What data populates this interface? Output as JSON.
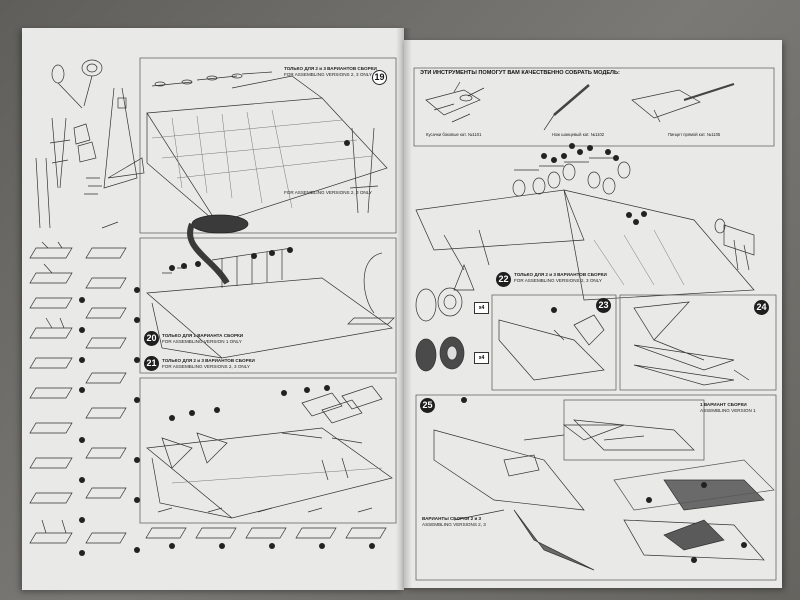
{
  "steps": {
    "s19": "19",
    "s20": "20",
    "s21": "21",
    "s22": "22",
    "s23": "23",
    "s24": "24",
    "s25": "25"
  },
  "notes": {
    "n19": {
      "ru": "ТОЛЬКО ДЛЯ 2 и 3 ВАРИАНТОВ СБОРКИ",
      "en": "FOR ASSEMBLING VERSIONS 2, 3 ONLY"
    },
    "n20": {
      "ru": "ТОЛЬКО ДЛЯ 1 ВАРИАНТА СБОРКИ",
      "en": "FOR ASSEMBLING VERSION 1 ONLY"
    },
    "n21": {
      "ru": "ТОЛЬКО ДЛЯ 2 и 3 ВАРИАНТОВ СБОРКИ",
      "en": "FOR ASSEMBLING VERSIONS 2, 3 ONLY"
    },
    "n22": {
      "ru": "ТОЛЬКО ДЛЯ 2 и 3 ВАРИАНТОВ СБОРКИ",
      "en": "FOR ASSEMBLING VERSIONS 2, 3 ONLY"
    },
    "v1": {
      "ru": "1 ВАРИАНТ СБОРКИ",
      "en": "ASSEMBLING VERSION 1"
    },
    "v23": {
      "ru": "ВАРИАНТЫ СБОРКИ 2 и 3",
      "en": "ASSEMBLING VERSIONS 2, 3"
    }
  },
  "tools": {
    "title": "ЭТИ ИНСТРУМЕНТЫ ПОМОГУТ ВАМ КАЧЕСТВЕННО СОБРАТЬ МОДЕЛЬ:",
    "t1": "Кусачки боковые  кат. №1101",
    "t2": "Нож шанцевый  кат. №1102",
    "t3": "Пинцет прямой  кат. №1105"
  },
  "qty": {
    "a": "x4",
    "b": "x4"
  }
}
